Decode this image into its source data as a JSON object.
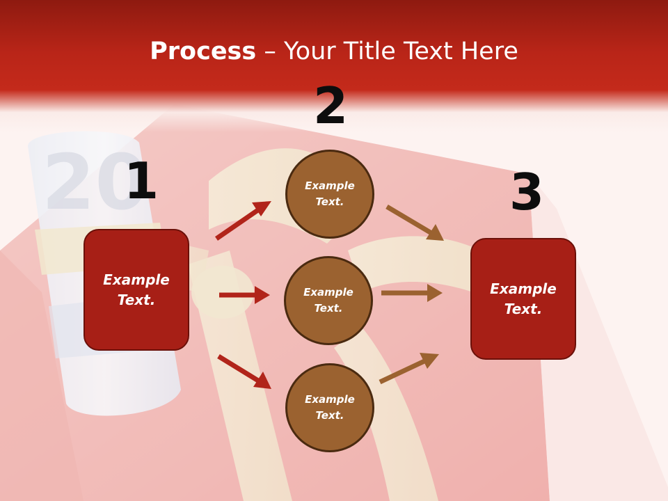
{
  "title": {
    "bold": "Process",
    "rest": " – Your Title Text Here"
  },
  "steps": {
    "one": {
      "number": "1",
      "label_line1": "Example",
      "label_line2": "Text."
    },
    "two": {
      "number": "2"
    },
    "three": {
      "number": "3",
      "label_line1": "Example",
      "label_line2": "Text."
    }
  },
  "circles": [
    {
      "line1": "Example",
      "line2": "Text."
    },
    {
      "line1": "Example",
      "line2": "Text."
    },
    {
      "line1": "Example",
      "line2": "Text."
    }
  ],
  "background_photo": {
    "banknote_denomination": "20"
  },
  "colors": {
    "header_red": "#b92518",
    "box_red": "#a71f16",
    "circle_brown": "#9b6230",
    "arrow_red": "#b1241a",
    "arrow_brown": "#9b6230"
  }
}
